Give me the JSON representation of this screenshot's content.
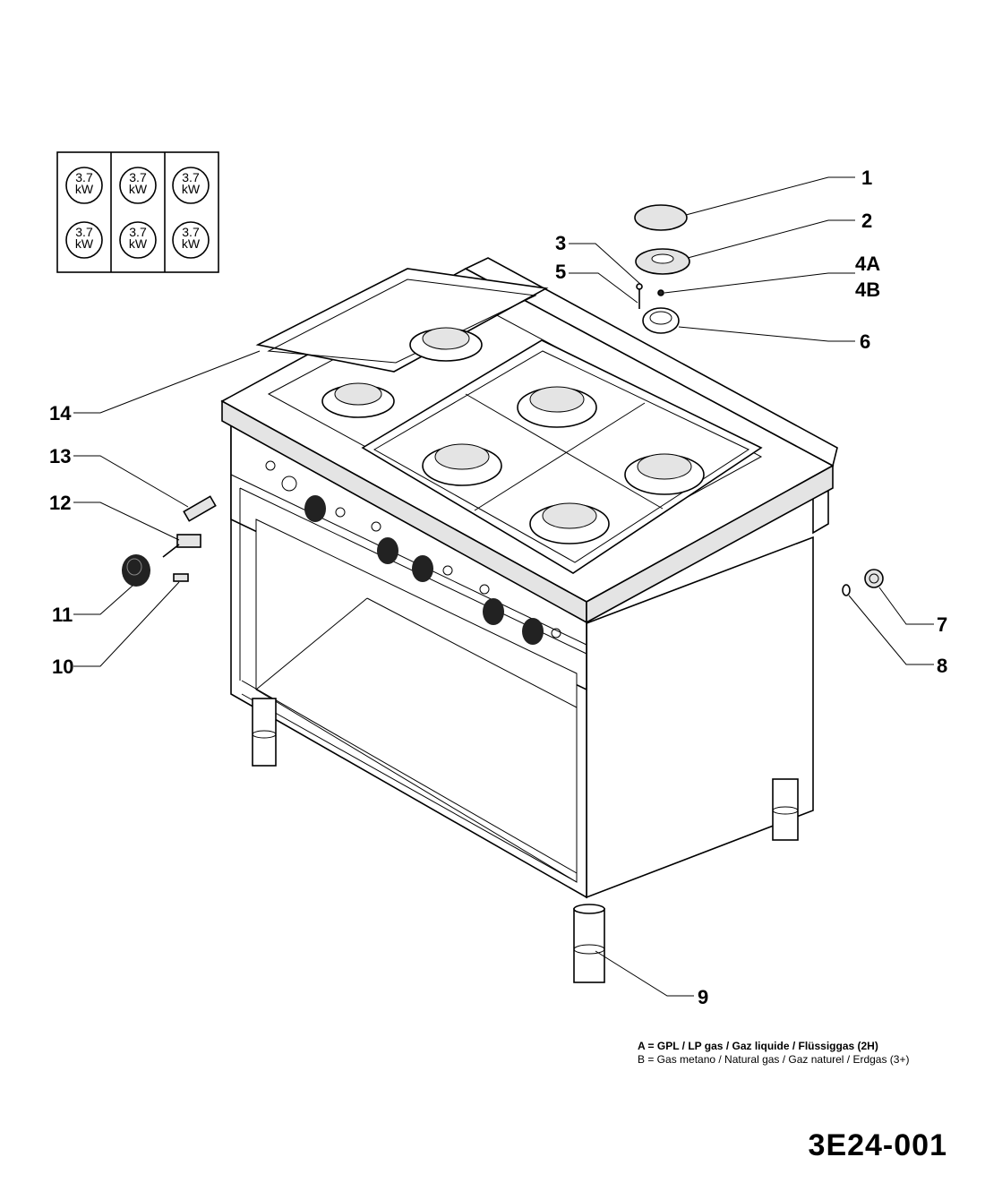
{
  "diagram": {
    "drawing_code": "3E24-001",
    "legend": {
      "line_a": "A = GPL / LP gas / Gaz liquide / Flüssiggas (2H)",
      "line_b": "B = Gas metano / Natural gas / Gaz naturel / Erdgas (3+)"
    },
    "burner_table": {
      "power_value": "3.7",
      "power_unit": "kW",
      "cells": [
        {
          "value": "3.7",
          "unit": "kW"
        },
        {
          "value": "3.7",
          "unit": "kW"
        },
        {
          "value": "3.7",
          "unit": "kW"
        },
        {
          "value": "3.7",
          "unit": "kW"
        },
        {
          "value": "3.7",
          "unit": "kW"
        },
        {
          "value": "3.7",
          "unit": "kW"
        }
      ]
    },
    "callouts": [
      {
        "id": "c1",
        "label": "1"
      },
      {
        "id": "c2",
        "label": "2"
      },
      {
        "id": "c3",
        "label": "3"
      },
      {
        "id": "c4a",
        "label": "4A"
      },
      {
        "id": "c4b",
        "label": "4B"
      },
      {
        "id": "c5",
        "label": "5"
      },
      {
        "id": "c6",
        "label": "6"
      },
      {
        "id": "c7",
        "label": "7"
      },
      {
        "id": "c8",
        "label": "8"
      },
      {
        "id": "c9",
        "label": "9"
      },
      {
        "id": "c10",
        "label": "10"
      },
      {
        "id": "c11",
        "label": "11"
      },
      {
        "id": "c12",
        "label": "12"
      },
      {
        "id": "c13",
        "label": "13"
      },
      {
        "id": "c14",
        "label": "14"
      }
    ]
  }
}
